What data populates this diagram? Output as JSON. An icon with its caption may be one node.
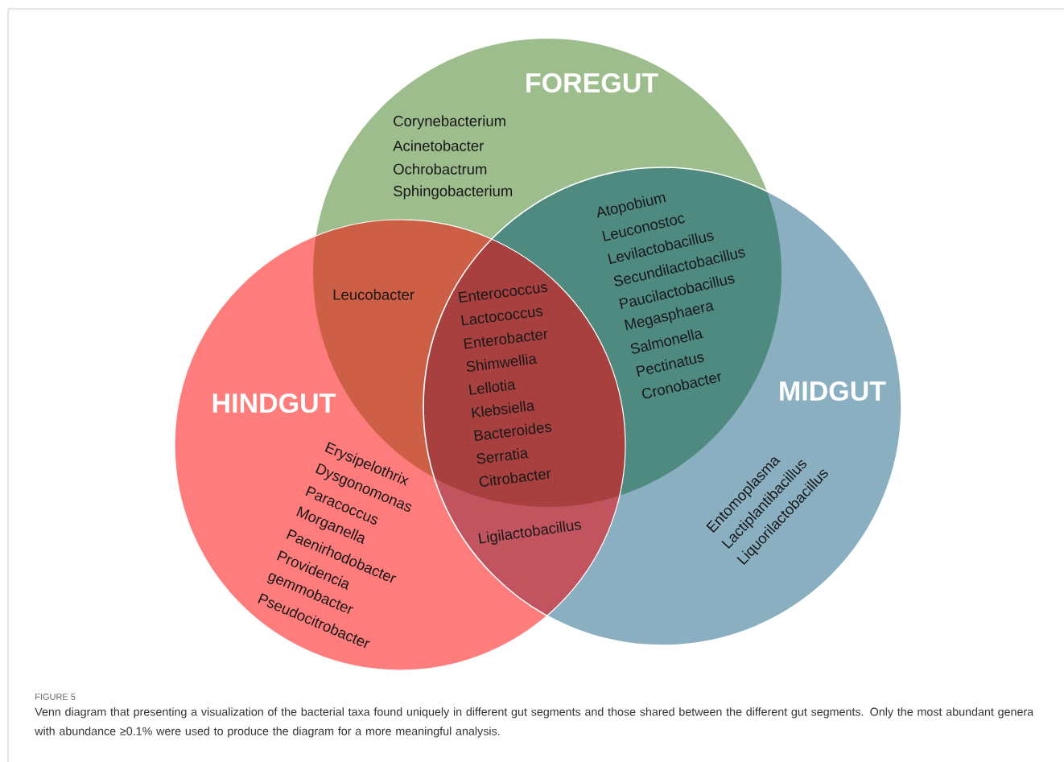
{
  "diagram": {
    "title": "FIGURE 5",
    "caption": "Venn diagram that presenting a visualization of the bacterial taxa found uniquely in different gut segments and those shared between the different gut segments. Only the most abundant genera with abundance ≥0.1% were used to produce the diagram for a more meaningful analysis.",
    "nodes": [
      {
        "text": [
          "FOREGUT"
        ]
      },
      {
        "text": [
          "MIDGUT"
        ]
      },
      {
        "text": [
          "HINDGUT"
        ]
      }
    ],
    "labels": [
      "Corynebacterium",
      "Acinetobacter",
      "Ochrobactrum",
      "Sphingobacterium",
      "Atopobium",
      "Leuconostoc",
      "Levilactobacillus",
      "Secundilactobacillus",
      "Paucilactobacillus",
      "Megasphaera",
      "Salmonella",
      "Pectinatus",
      "Cronobacter",
      "Leucobacter",
      "Enterococcus",
      "Lactococcus",
      "Enterobacter",
      "Shimwellia",
      "Lellotia",
      "Klebsiella",
      "Bacteroides",
      "Serratia",
      "Citrobacter",
      "Erysipelothrix",
      "Dysgonomonas",
      "Paracoccus",
      "Morganella",
      "Paenirhodobacter",
      "Providencia",
      "gemmobacter",
      "Pseudocitrobacter",
      "Ligilactobacillus",
      "Entomoplasma",
      "Lactiplantibacillus",
      "Liquorilactobacillus"
    ]
  }
}
